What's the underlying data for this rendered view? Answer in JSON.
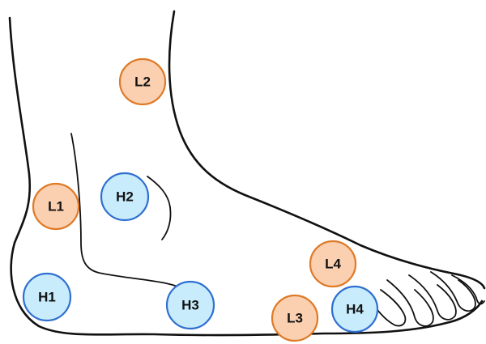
{
  "colors": {
    "low_fill": "#fbd0b0",
    "low_stroke": "#de7a28",
    "high_fill": "#c8ecfb",
    "high_stroke": "#2f6fd0"
  },
  "markers": [
    {
      "id": "L2",
      "label": "L2",
      "group": "low"
    },
    {
      "id": "L1",
      "label": "L1",
      "group": "low"
    },
    {
      "id": "H2",
      "label": "H2",
      "group": "high"
    },
    {
      "id": "L4",
      "label": "L4",
      "group": "low"
    },
    {
      "id": "H1",
      "label": "H1",
      "group": "high"
    },
    {
      "id": "H3",
      "label": "H3",
      "group": "high"
    },
    {
      "id": "L3",
      "label": "L3",
      "group": "low"
    },
    {
      "id": "H4",
      "label": "H4",
      "group": "high"
    }
  ]
}
